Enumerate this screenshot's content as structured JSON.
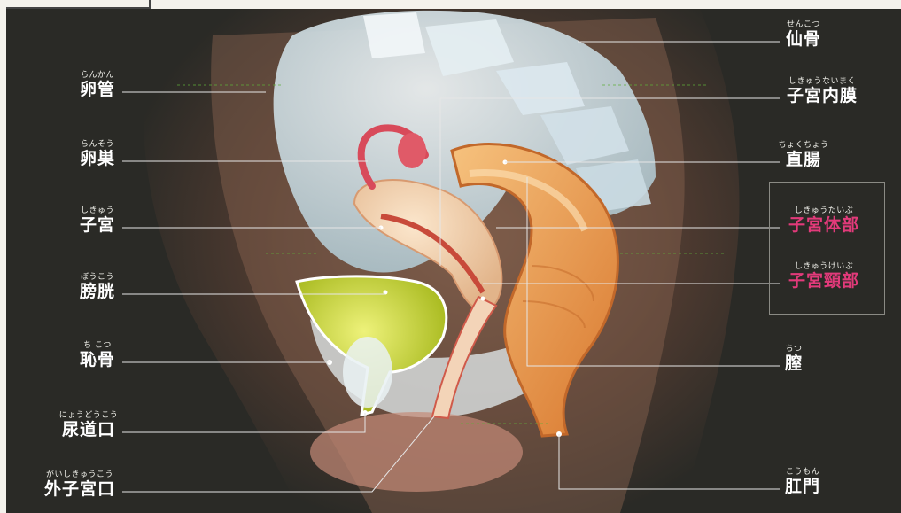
{
  "colors": {
    "background": "#2a2a26",
    "label_text": "#ffffff",
    "highlight_text": "#e23a7a",
    "leader_line": "#d8d8d8",
    "bladder": "#c8d82a",
    "uterus": "#f0cfa8",
    "rectum": "#e89a4a",
    "bone": "#d8e4ea",
    "tube": "#d84a5a"
  },
  "labels_left": [
    {
      "id": "oviduct",
      "ruby": "らんかん",
      "term": "卵管"
    },
    {
      "id": "ovary",
      "ruby": "らんそう",
      "term": "卵巣"
    },
    {
      "id": "uterus",
      "ruby": "しきゅう",
      "term": "子宮"
    },
    {
      "id": "bladder",
      "ruby": "ぼうこう",
      "term": "膀胱"
    },
    {
      "id": "pubic-bone",
      "ruby": "ち こつ",
      "term": "恥骨"
    },
    {
      "id": "urethral-opening",
      "ruby": "にょうどうこう",
      "term": "尿道口"
    },
    {
      "id": "external-os",
      "ruby": "がいしきゅうこう",
      "term": "外子宮口"
    }
  ],
  "labels_right": [
    {
      "id": "sacrum",
      "ruby": "せんこつ",
      "term": "仙骨"
    },
    {
      "id": "endometrium",
      "ruby": "しきゅうないまく",
      "term": "子宮内膜"
    },
    {
      "id": "rectum",
      "ruby": "ちょくちょう",
      "term": "直腸"
    },
    {
      "id": "uterine-body",
      "ruby": "しきゅうたいぶ",
      "term": "子宮体部",
      "highlight": true
    },
    {
      "id": "cervix",
      "ruby": "しきゅうけいぶ",
      "term": "子宮頸部",
      "highlight": true
    },
    {
      "id": "vagina",
      "ruby": "ちつ",
      "term": "膣"
    },
    {
      "id": "anus",
      "ruby": "こうもん",
      "term": "肛門"
    }
  ]
}
